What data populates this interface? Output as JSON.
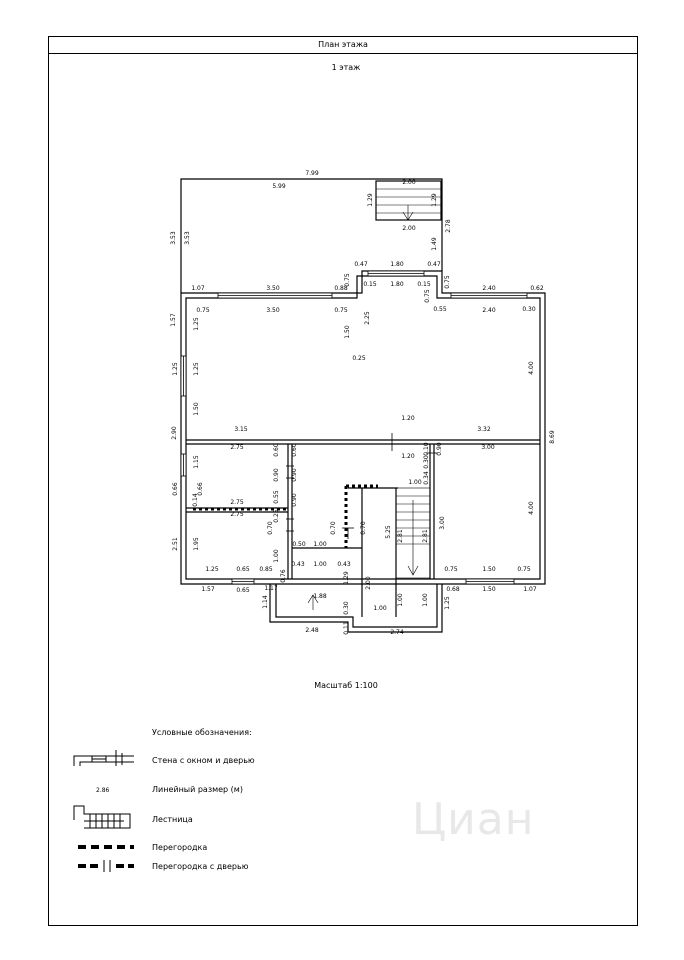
{
  "sheet": {
    "title": "План этажа",
    "floor_label": "1 этаж",
    "scale": "Масштаб 1:100"
  },
  "legend": {
    "heading": "Условные обозначения:",
    "sample_dim": "2.86",
    "items": [
      {
        "label": "Стена с окном и дверью",
        "icon": "wall-window-door-icon"
      },
      {
        "label": "Линейный размер (м)",
        "icon": "dimension-icon"
      },
      {
        "label": "Лестница",
        "icon": "staircase-icon"
      },
      {
        "label": "Перегородка",
        "icon": "partition-icon"
      },
      {
        "label": "Перегородка с дверью",
        "icon": "partition-door-icon"
      }
    ]
  },
  "watermark": "Циан",
  "dimensions": [
    {
      "t": "7.99"
    },
    {
      "t": "5.99"
    },
    {
      "t": "2.00"
    },
    {
      "t": "1.29"
    },
    {
      "t": "1.29"
    },
    {
      "t": "2.00"
    },
    {
      "t": "2.78"
    },
    {
      "t": "3.53"
    },
    {
      "t": "3.53"
    },
    {
      "t": "1.49"
    },
    {
      "t": "0.47"
    },
    {
      "t": "1.80"
    },
    {
      "t": "0.47"
    },
    {
      "t": "0.75"
    },
    {
      "t": "0.15"
    },
    {
      "t": "1.80"
    },
    {
      "t": "0.15"
    },
    {
      "t": "0.75"
    },
    {
      "t": "0.75"
    },
    {
      "t": "2.40"
    },
    {
      "t": "0.62"
    },
    {
      "t": "1.07"
    },
    {
      "t": "3.50"
    },
    {
      "t": "0.88"
    },
    {
      "t": "0.75"
    },
    {
      "t": "3.50"
    },
    {
      "t": "0.75"
    },
    {
      "t": "0.55"
    },
    {
      "t": "2.40"
    },
    {
      "t": "0.30"
    },
    {
      "t": "1.57"
    },
    {
      "t": "1.25"
    },
    {
      "t": "2.25"
    },
    {
      "t": "1.50"
    },
    {
      "t": "0.25"
    },
    {
      "t": "1.25"
    },
    {
      "t": "1.25"
    },
    {
      "t": "4.00"
    },
    {
      "t": "1.50"
    },
    {
      "t": "1.20"
    },
    {
      "t": "3.15"
    },
    {
      "t": "3.32"
    },
    {
      "t": "2.90"
    },
    {
      "t": "8.69"
    },
    {
      "t": "2.75"
    },
    {
      "t": "0.60"
    },
    {
      "t": "0.60"
    },
    {
      "t": "1.20"
    },
    {
      "t": "0.10"
    },
    {
      "t": "0.90"
    },
    {
      "t": "3.00"
    },
    {
      "t": "1.15"
    },
    {
      "t": "0.90"
    },
    {
      "t": "0.90"
    },
    {
      "t": "0.30"
    },
    {
      "t": "0.34"
    },
    {
      "t": "1.00"
    },
    {
      "t": "0.66"
    },
    {
      "t": "0.66"
    },
    {
      "t": "0.14"
    },
    {
      "t": "0.55"
    },
    {
      "t": "0.90"
    },
    {
      "t": "2.75"
    },
    {
      "t": "0.25"
    },
    {
      "t": "2.75"
    },
    {
      "t": "0.70"
    },
    {
      "t": "0.70"
    },
    {
      "t": "0.70"
    },
    {
      "t": "5.25"
    },
    {
      "t": "2.81"
    },
    {
      "t": "2.81"
    },
    {
      "t": "3.00"
    },
    {
      "t": "4.00"
    },
    {
      "t": "2.51"
    },
    {
      "t": "1.95"
    },
    {
      "t": "0.50"
    },
    {
      "t": "1.00"
    },
    {
      "t": "1.00"
    },
    {
      "t": "0.43"
    },
    {
      "t": "1.00"
    },
    {
      "t": "0.43"
    },
    {
      "t": "1.25"
    },
    {
      "t": "0.65"
    },
    {
      "t": "0.85"
    },
    {
      "t": "0.76"
    },
    {
      "t": "1.29"
    },
    {
      "t": "2.00"
    },
    {
      "t": "0.75"
    },
    {
      "t": "1.50"
    },
    {
      "t": "0.75"
    },
    {
      "t": "1.57"
    },
    {
      "t": "0.65"
    },
    {
      "t": "1.17"
    },
    {
      "t": "1.88"
    },
    {
      "t": "0.68"
    },
    {
      "t": "1.50"
    },
    {
      "t": "1.07"
    },
    {
      "t": "1.14"
    },
    {
      "t": "0.30"
    },
    {
      "t": "1.00"
    },
    {
      "t": "1.00"
    },
    {
      "t": "1.25"
    },
    {
      "t": "1.00"
    },
    {
      "t": "2.48"
    },
    {
      "t": "0.11"
    },
    {
      "t": "2.74"
    }
  ]
}
